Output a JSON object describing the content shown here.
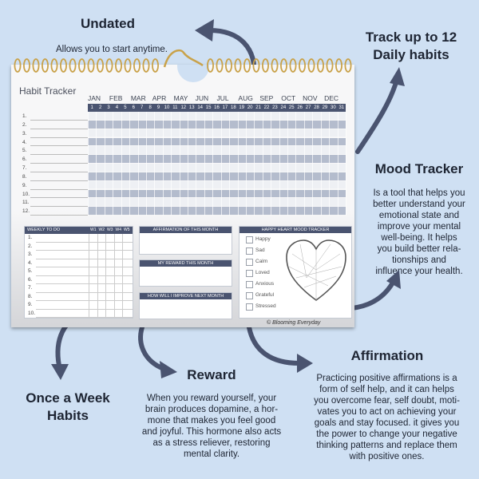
{
  "callouts": {
    "undated": {
      "title": "Undated",
      "text": "Allows you to start anytime."
    },
    "track": {
      "title_line1": "Track up to 12",
      "title_line2": "Daily habits"
    },
    "mood": {
      "title": "Mood Tracker",
      "lines": [
        "Is a tool that helps you",
        "better understand your",
        "emotional state and",
        "improve your mental",
        "well-being. It helps",
        "you build better rela-",
        "tionships and",
        "influence your health."
      ]
    },
    "affirmation": {
      "title": "Affirmation",
      "lines": [
        "Practicing positive affirmations is a",
        "form of self help, and it can helps",
        "you overcome fear, self doubt, moti-",
        "vates you to act on achieving your",
        "goals and stay focused. it gives you",
        "the power to change your negative",
        "thinking patterns and replace them",
        "with positive ones."
      ]
    },
    "reward": {
      "title": "Reward",
      "lines": [
        "When you reward yourself, your",
        "brain produces dopamine, a hor-",
        "mone that makes you feel good",
        "and joyful. This hormone also acts",
        "as a stress reliever, restoring",
        "mental clarity."
      ]
    },
    "weekly": {
      "title_line1": "Once a Week",
      "title_line2": "Habits"
    }
  },
  "sheet": {
    "title": "Habit Tracker",
    "months": [
      "JAN",
      "FEB",
      "MAR",
      "APR",
      "MAY",
      "JUN",
      "JUL",
      "AUG",
      "SEP",
      "OCT",
      "NOV",
      "DEC"
    ],
    "days": [
      "1",
      "2",
      "3",
      "4",
      "5",
      "6",
      "7",
      "8",
      "9",
      "10",
      "11",
      "12",
      "13",
      "14",
      "15",
      "16",
      "17",
      "18",
      "19",
      "20",
      "21",
      "22",
      "23",
      "24",
      "25",
      "26",
      "27",
      "28",
      "29",
      "30",
      "31"
    ],
    "rows": [
      "1.",
      "2.",
      "3.",
      "4.",
      "5.",
      "6.",
      "7.",
      "8.",
      "9.",
      "10.",
      "11.",
      "12."
    ],
    "weekly": {
      "title": "WEEKLY TO DO",
      "cols": [
        "W1",
        "W2",
        "W3",
        "W4",
        "W5"
      ],
      "rows": [
        "1.",
        "2.",
        "3.",
        "4.",
        "5.",
        "6.",
        "7.",
        "8.",
        "9.",
        "10."
      ]
    },
    "affirmation_title": "AFFIRMATION OF THIS MONTH",
    "reward_title": "MY REWARD THIS MONTH",
    "improve_title": "HOW WILL I IMPROVE NEXT MONTH",
    "mood": {
      "title": "HAPPY HEART MOOD TRACKER",
      "items": [
        "Happy",
        "Sad",
        "Calm",
        "Loved",
        "Anxious",
        "Grateful",
        "Stressed"
      ]
    },
    "brand": "Blooming Everyday",
    "copyright": "©"
  },
  "colors": {
    "background": "#cfe0f3",
    "band": "#4a5470",
    "band_light": "#b4bccd",
    "arrow": "#4a5470",
    "spiral": "#c9a24a"
  }
}
